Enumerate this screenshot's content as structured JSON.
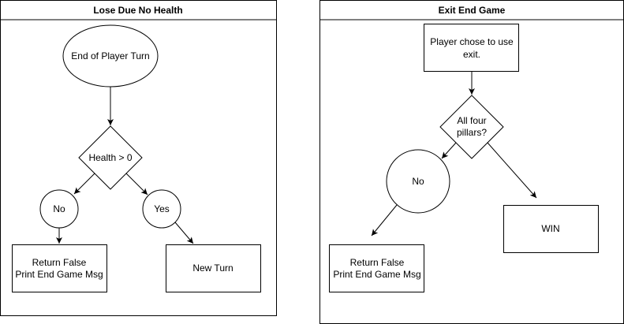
{
  "left_panel": {
    "title": "Lose Due No Health",
    "start": "End of Player Turn",
    "decision": "Health > 0",
    "no": "No",
    "yes": "Yes",
    "return_false": [
      "Return False",
      "Print End Game Msg"
    ],
    "new_turn": "New Turn"
  },
  "right_panel": {
    "title": "Exit End Game",
    "start": [
      "Player chose to use",
      "exit."
    ],
    "decision": [
      "All four",
      "pillars?"
    ],
    "no": "No",
    "return_false": [
      "Return False",
      "Print End Game Msg"
    ],
    "win": "WIN"
  },
  "colors": {
    "stroke": "#000000",
    "fill": "#ffffff"
  }
}
